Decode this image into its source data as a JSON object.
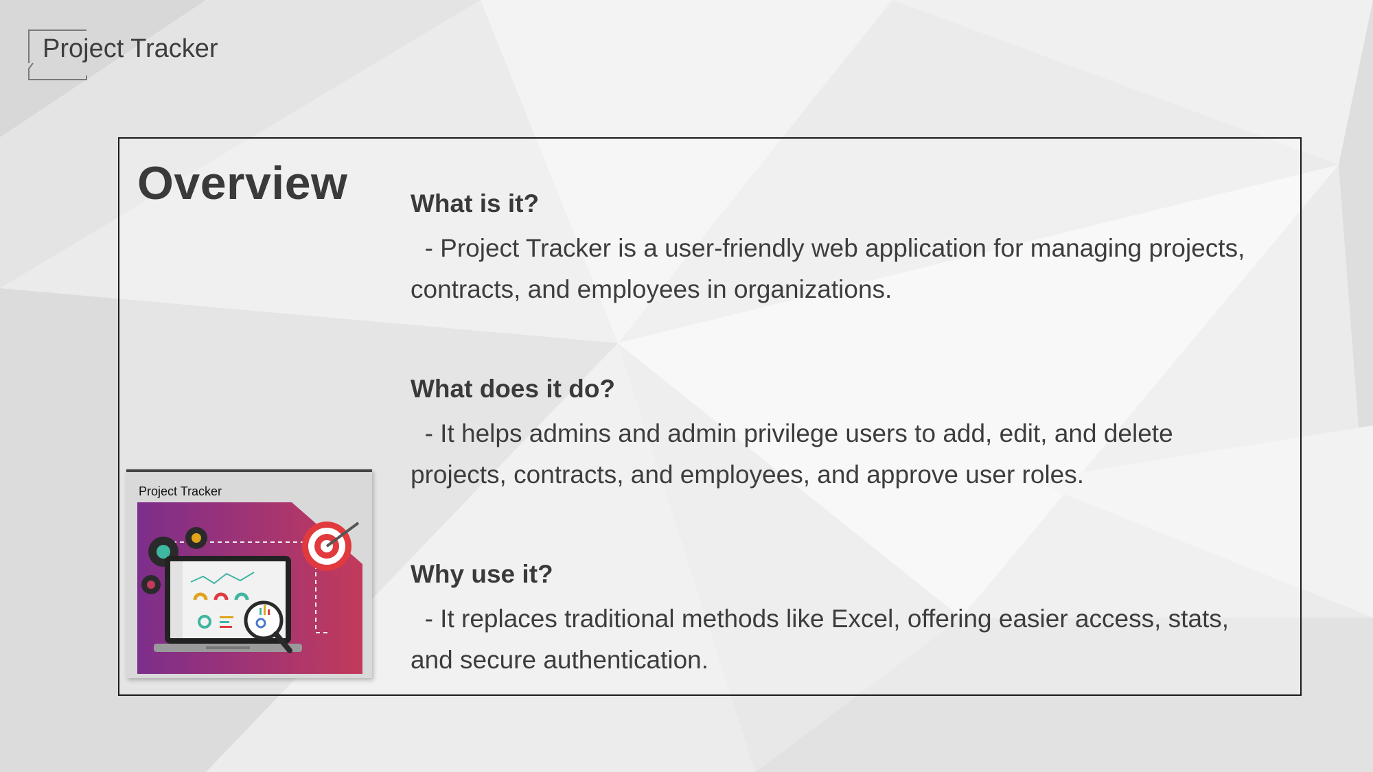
{
  "header": {
    "title": "Project Tracker"
  },
  "main": {
    "heading": "Overview",
    "sections": [
      {
        "question": "What is it?",
        "answer": "  - Project Tracker is a user-friendly web application for managing projects, contracts, and employees in organizations."
      },
      {
        "question": "What does it do?",
        "answer": "  - It helps admins and admin privilege users to add, edit, and delete projects, contracts, and employees, and approve user roles."
      },
      {
        "question": "Why use it?",
        "answer": "  - It replaces traditional methods like Excel, offering easier access, stats, and secure authentication."
      }
    ]
  },
  "thumbnail": {
    "title": "Project Tracker",
    "icon": "laptop-dashboard-illustration"
  },
  "colors": {
    "text": "#3a3a3a",
    "thumb_gradient_start": "#7d2e8c",
    "thumb_gradient_end": "#c23a5c",
    "accent_red": "#e03a3e"
  }
}
